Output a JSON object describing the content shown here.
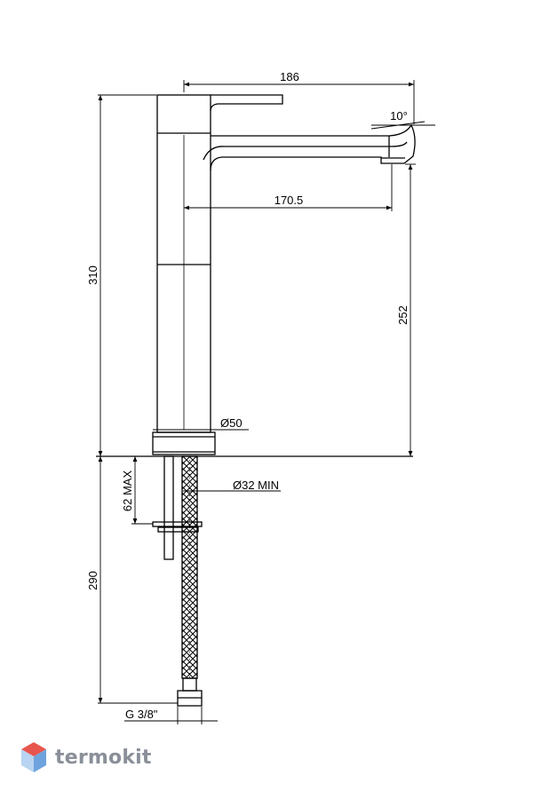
{
  "dimensions": {
    "total_width": "186",
    "spout_angle": "10°",
    "spout_reach": "170.5",
    "spout_height": "252",
    "total_height": "310",
    "base_diameter": "Ø50",
    "hole_diameter": "Ø32 MIN",
    "max_deck_thickness": "62 MAX",
    "hose_length": "290",
    "connection": "G 3/8\""
  },
  "brand": {
    "name": "termokit",
    "colors": {
      "top": "#e8554e",
      "left": "#b9d4f0",
      "right": "#6fa3dd"
    }
  }
}
